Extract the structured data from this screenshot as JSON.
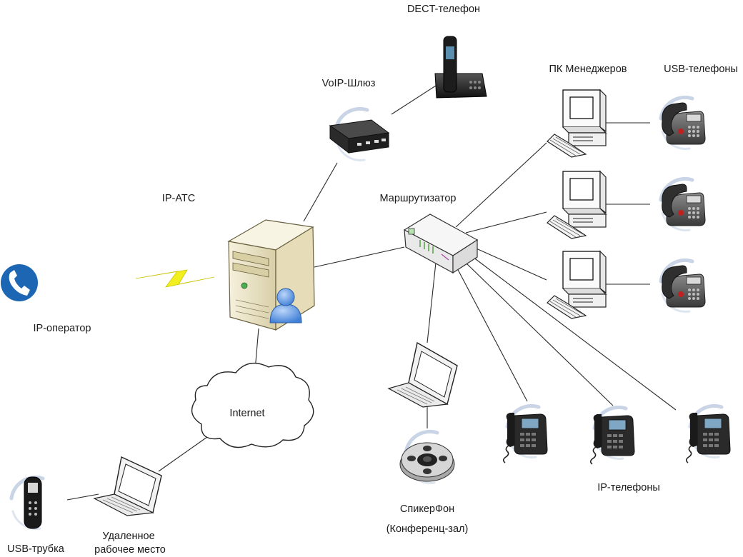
{
  "labels": {
    "dect": "DECT-телефон",
    "voip_gateway": "VoIP-Шлюз",
    "pc_managers": "ПК Менеджеров",
    "usb_phones": "USB-телефоны",
    "ip_pbx": "IP-АТС",
    "router": "Маршрутизатор",
    "ip_operator": "IP-оператор",
    "internet": "Internet",
    "ip_phones": "IP-телефоны",
    "speakerphone": "СпикерФон",
    "conference": "(Конференц-зал)",
    "usb_handset": "USB-трубка",
    "remote_1": "Удаленное",
    "remote_2": "рабочее место"
  },
  "colors": {
    "line": "#2a2a2a",
    "server_body": "#ece5c8",
    "lightning": "#f2ef1e",
    "operator_icon": "#1d66b3",
    "user_icon": "#6e9fe0",
    "screen": "#9fb8cc",
    "halo": "#c9d5e6"
  }
}
